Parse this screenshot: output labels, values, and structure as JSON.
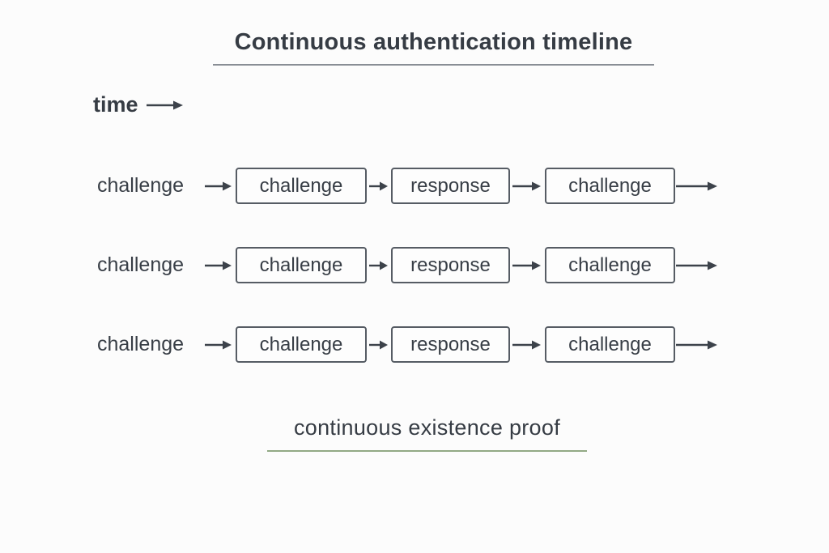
{
  "title": {
    "text": "Continuous authentication timeline"
  },
  "time_axis": {
    "label": "time"
  },
  "rows": [
    {
      "label": "challenge",
      "boxes": [
        "challenge",
        "response",
        "challenge"
      ]
    },
    {
      "label": "challenge",
      "boxes": [
        "challenge",
        "response",
        "challenge"
      ]
    },
    {
      "label": "challenge",
      "boxes": [
        "challenge",
        "response",
        "challenge"
      ]
    }
  ],
  "caption": {
    "text": "continuous existence proof"
  },
  "colors": {
    "background": "#fcfcfc",
    "text": "#383e46",
    "box_border": "#565c64",
    "arrow": "#3c424a",
    "title_underline": "#898e95",
    "caption_underline": "#92a985"
  }
}
